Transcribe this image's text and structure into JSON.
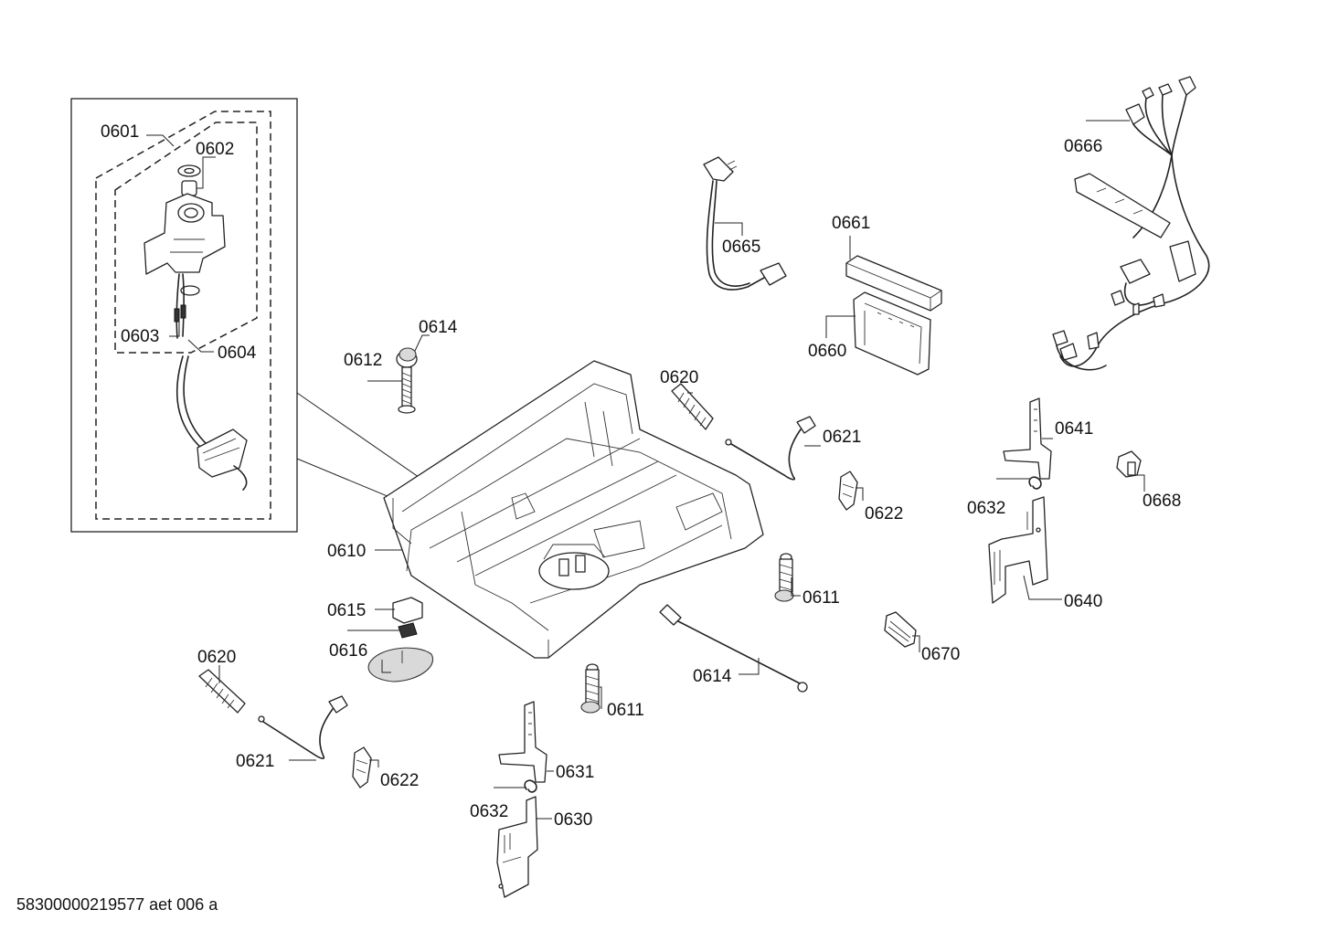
{
  "diagram": {
    "callouts": {
      "c0601": "0601",
      "c0602": "0602",
      "c0603": "0603",
      "c0604": "0604",
      "c0610": "0610",
      "c0611a": "0611",
      "c0611b": "0611",
      "c0612": "0612",
      "c0614a": "0614",
      "c0614b": "0614",
      "c0615": "0615",
      "c0616": "0616",
      "c0620a": "0620",
      "c0620b": "0620",
      "c0621a": "0621",
      "c0621b": "0621",
      "c0622a": "0622",
      "c0622b": "0622",
      "c0630": "0630",
      "c0631": "0631",
      "c0632a": "0632",
      "c0632b": "0632",
      "c0640": "0640",
      "c0641": "0641",
      "c0660": "0660",
      "c0661": "0661",
      "c0665": "0665",
      "c0666": "0666",
      "c0668": "0668",
      "c0670": "0670"
    },
    "footer": "58300000219577 aet 006 a"
  }
}
